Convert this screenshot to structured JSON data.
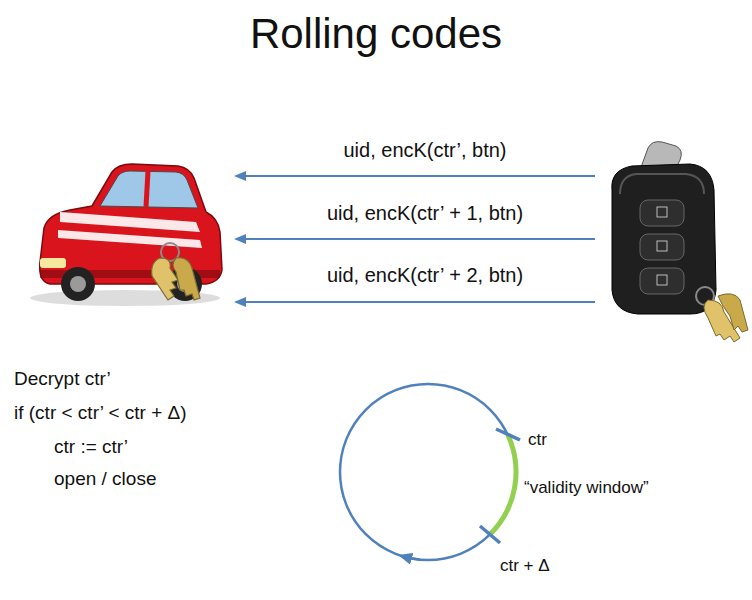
{
  "diagram": {
    "title": "Rolling codes",
    "labels": [
      "uid, encK(ctr’, btn)",
      "uid, encK(ctr’ + 1, btn)",
      "uid, encK(ctr’ + 2, btn)",
      "Decrypt ctr’",
      "if (ctr < ctr’ < ctr + Δ)",
      "ctr := ctr’",
      "open / close",
      "ctr",
      "“validity window”",
      "ctr + Δ"
    ]
  }
}
